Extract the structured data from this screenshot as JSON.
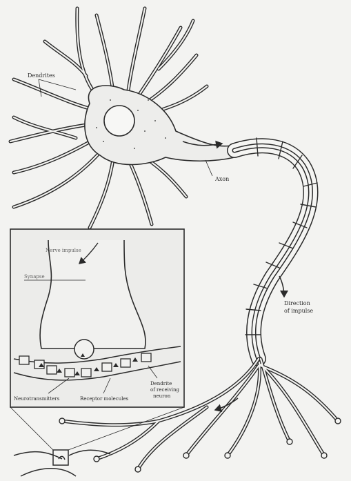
{
  "labels": {
    "dendrites": "Dendrites",
    "axon": "Axon",
    "direction_line1": "Direction",
    "direction_line2": "of impulse",
    "nerve_impulse": "Nerve impulse",
    "synapse": "Synapse",
    "neurotransmitters": "Neurotransmitters",
    "receptor_molecules": "Receptor molecules",
    "dendrite_line1": "Dendrite",
    "dendrite_line2": "of receiving",
    "dendrite_line3": "neuron"
  },
  "colors": {
    "background": "#f3f3f1",
    "ink": "#2a2a2a",
    "inset_fill": "#ececea"
  }
}
